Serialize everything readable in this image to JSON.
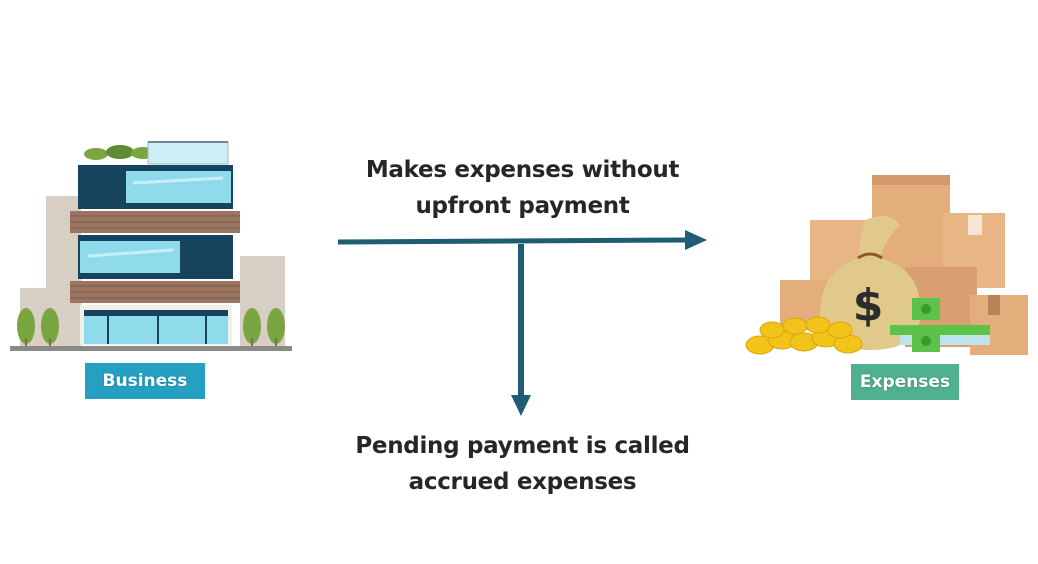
{
  "diagram": {
    "top_label": {
      "line1": "Makes expenses without",
      "line2": "upfront payment"
    },
    "bottom_label": {
      "line1": "Pending payment is called",
      "line2": "accrued expenses"
    },
    "nodes": [
      {
        "id": "business",
        "label": "Business",
        "icon": "office-building",
        "badge_color": "#26a0c2"
      },
      {
        "id": "expenses",
        "label": "Expenses",
        "icon": "money-bag-boxes",
        "badge_color": "#4fb18f"
      }
    ],
    "arrows": [
      {
        "from": "business",
        "to": "expenses",
        "direction": "right",
        "color": "#1e5d74"
      },
      {
        "from": "horizontal-arrow",
        "to": "bottom_label",
        "direction": "down",
        "color": "#1e5d74"
      }
    ]
  }
}
